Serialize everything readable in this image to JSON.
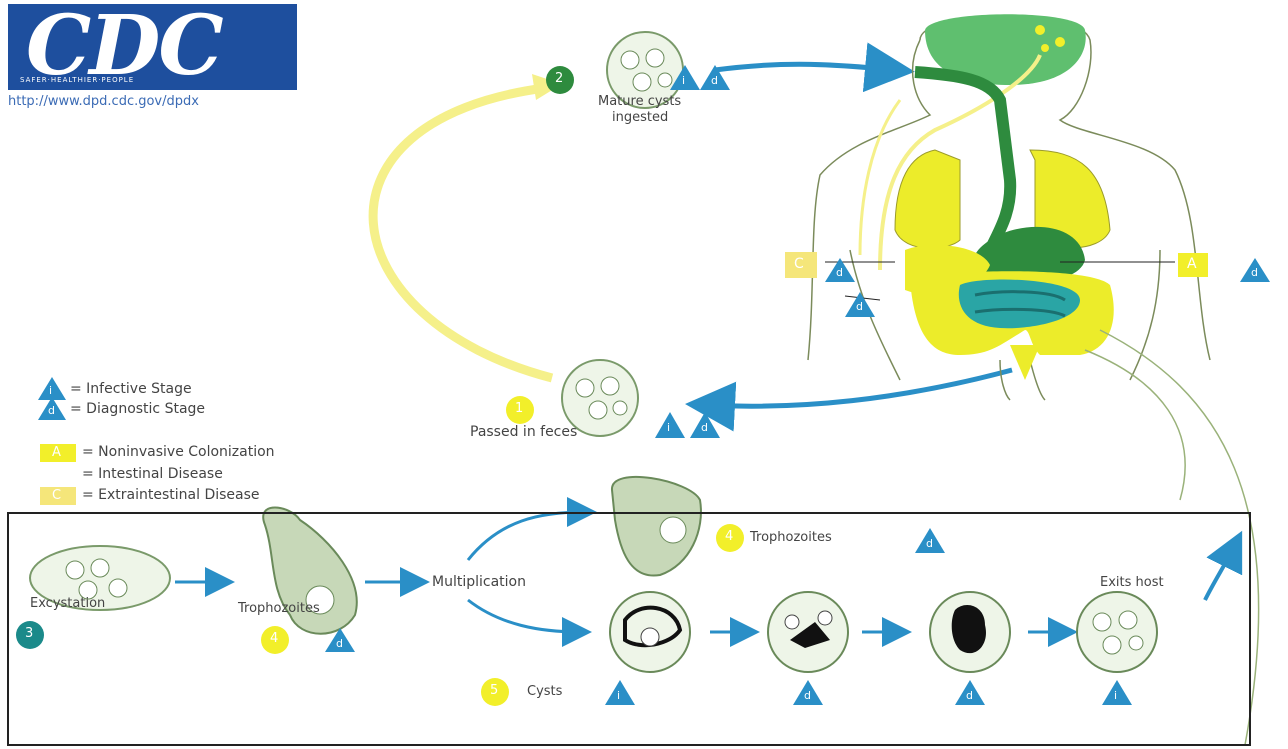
{
  "logo": {
    "text": "CDC",
    "tagline": "SAFER·HEALTHIER·PEOPLE",
    "url": "http://www.dpd.cdc.gov/dpdx"
  },
  "colors": {
    "blue": "#2a8fc7",
    "yellow": "#f2ef2a",
    "pale_yellow": "#f5f08a",
    "green": "#2e8b3e",
    "teal": "#1b8a8a",
    "organ_yellow": "#ecec2a",
    "border": "#222222"
  },
  "stages": {
    "s1": {
      "num": "1",
      "label": "Passed in feces"
    },
    "s2": {
      "num": "2",
      "label_line1": "Mature cysts",
      "label_line2": "ingested"
    },
    "s3": {
      "num": "3",
      "label": "Excystation"
    },
    "s4a": {
      "num": "4",
      "label": "Trophozoites"
    },
    "s4b": {
      "num": "4",
      "label": "Trophozoites"
    },
    "s5": {
      "num": "5",
      "label": "Cysts"
    }
  },
  "lifecycle": {
    "multiplication": "Multiplication",
    "exits_host": "Exits host"
  },
  "markers": {
    "infective": "i",
    "diagnostic": "d",
    "A": "A",
    "C": "C"
  },
  "legend": {
    "infective": "= Infective Stage",
    "diagnostic": "= Diagnostic Stage",
    "A": "= Noninvasive Colonization",
    "B": "= Intestinal Disease",
    "C": "= Extraintestinal Disease"
  }
}
